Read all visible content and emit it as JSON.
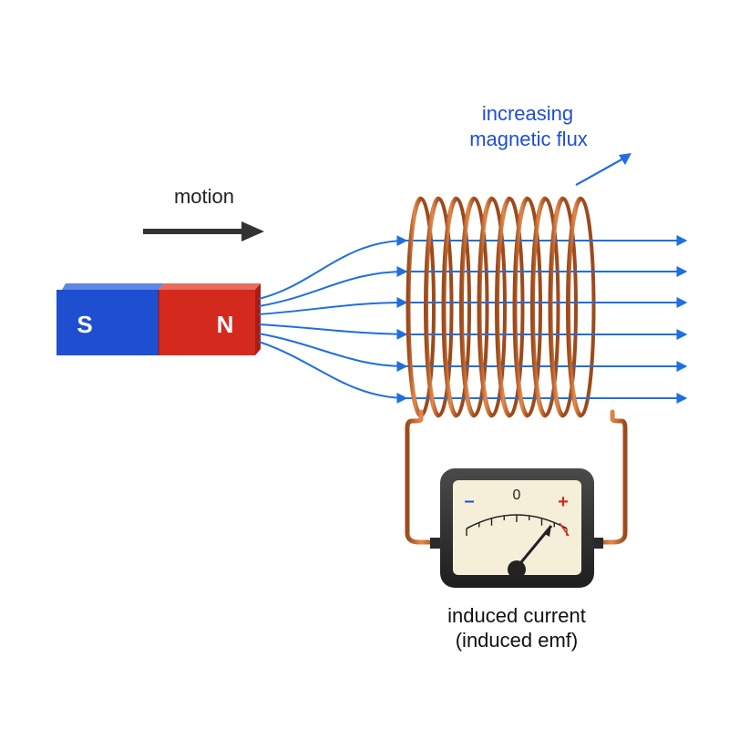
{
  "labels": {
    "motion": "motion",
    "flux_line1": "increasing",
    "flux_line2": "magnetic flux",
    "current_line1": "induced current",
    "current_line2": "(induced emf)"
  },
  "magnet": {
    "south_label": "S",
    "north_label": "N",
    "south_color": "#1f4fd1",
    "north_color": "#d42a1e"
  },
  "meter": {
    "minus_label": "–",
    "zero_label": "0",
    "plus_label": "+",
    "minus_color": "#1f4fd1",
    "plus_color": "#d42a1e"
  },
  "colors": {
    "field_lines": "#1f6fe0",
    "copper": "#c8642a",
    "motion_arrow": "#333333",
    "flux_text": "#1f4fd1"
  }
}
